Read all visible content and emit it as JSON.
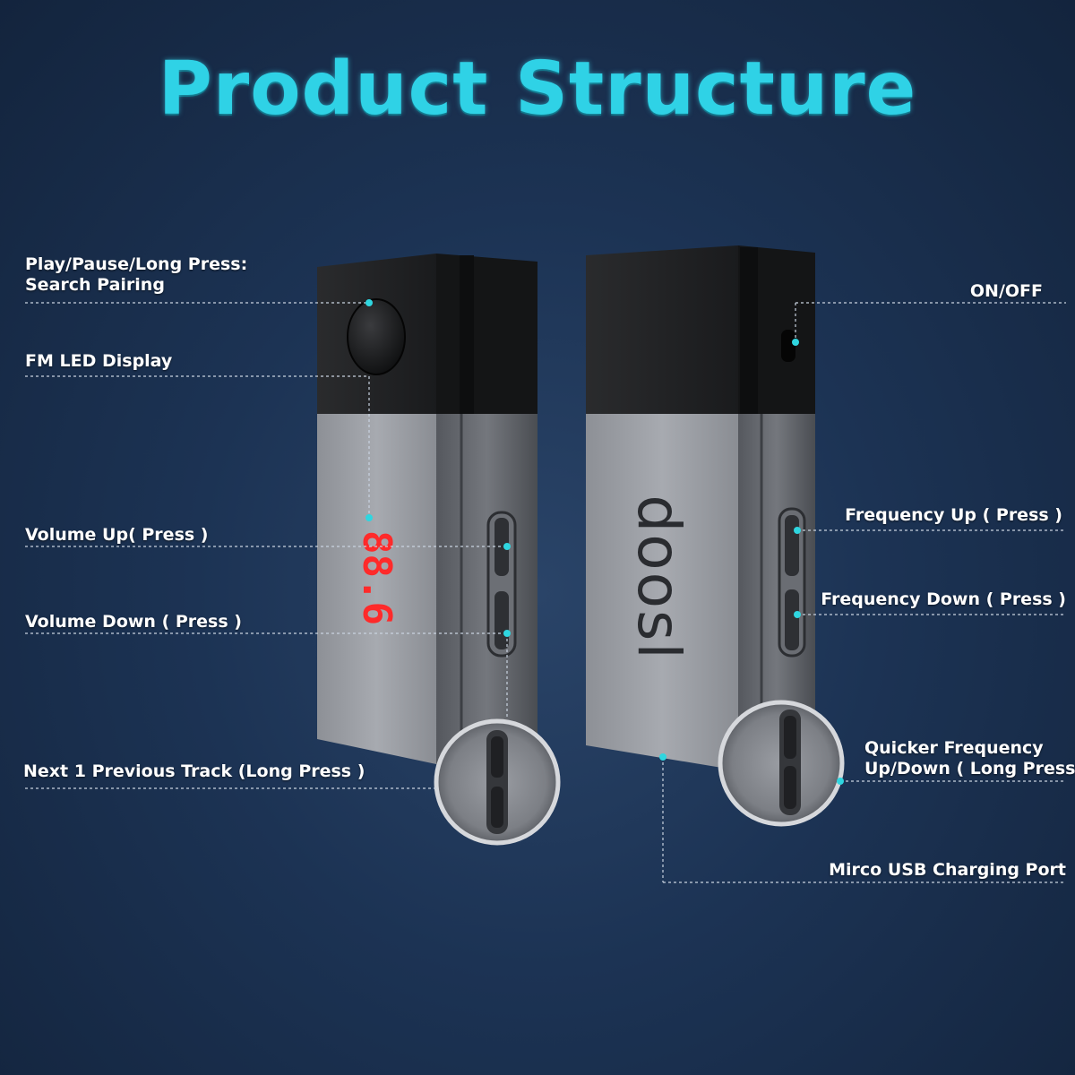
{
  "title": "Product Structure",
  "labels": {
    "play_pause_line1": "Play/Pause/Long Press:",
    "play_pause_line2": "Search Pairing",
    "fm_led_display": "FM LED Display",
    "volume_up": "Volume Up( Press )",
    "volume_down": "Volume Down ( Press )",
    "next_previous": "Next 1 Previous Track (Long Press )",
    "on_off": "ON/OFF",
    "frequency_up": "Frequency Up ( Press )",
    "frequency_down": "Frequency Down ( Press )",
    "quicker_line1": "Quicker Frequency",
    "quicker_line2": "Up/Down ( Long Press)",
    "usb_port": "Mirco USB Charging Port"
  },
  "device": {
    "display_digits": "88.6",
    "brand_text": "doosl"
  },
  "colors": {
    "title": "#2fd2e6",
    "accent_dot": "#2fd6e0",
    "led": "#ff2a2a"
  }
}
